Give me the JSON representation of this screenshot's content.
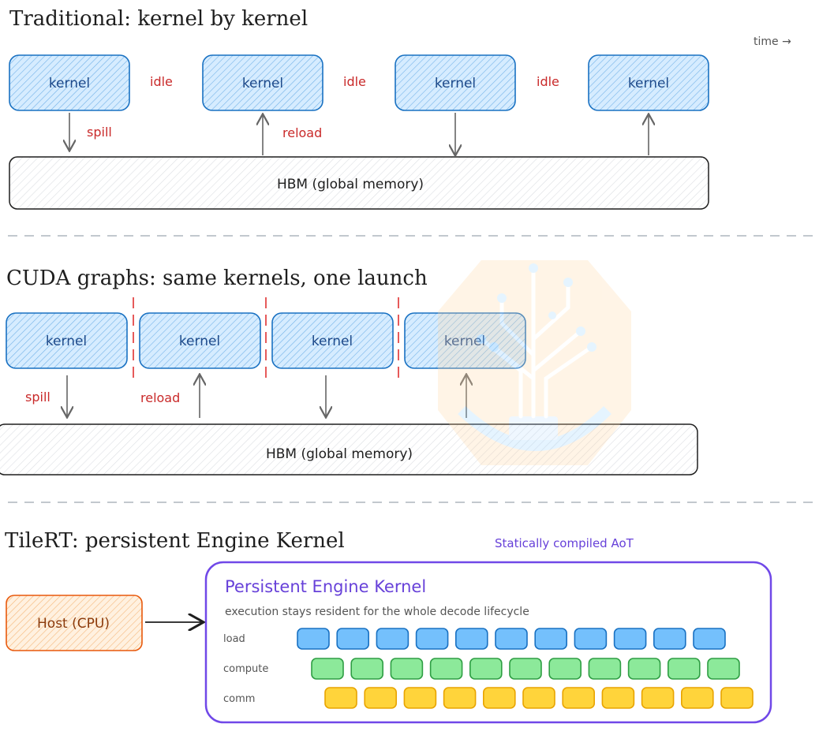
{
  "sections": {
    "traditional": {
      "title": "Traditional: kernel by kernel",
      "time_label": "time →",
      "kernel_label": "kernel",
      "idle_label": "idle",
      "spill_label": "spill",
      "reload_label": "reload",
      "hbm_label": "HBM (global memory)"
    },
    "cuda_graphs": {
      "title": "CUDA graphs: same kernels, one launch",
      "kernel_label": "kernel",
      "spill_label": "spill",
      "reload_label": "reload",
      "hbm_label": "HBM (global memory)"
    },
    "tilert": {
      "title": "TileRT: persistent Engine Kernel",
      "annotation": "Statically compiled AoT",
      "host_label": "Host (CPU)",
      "engine_title": "Persistent Engine Kernel",
      "engine_subtitle": "execution stays resident for the whole decode lifecycle",
      "rows": [
        {
          "label": "load",
          "blocks": 11
        },
        {
          "label": "compute",
          "blocks": 11
        },
        {
          "label": "comm",
          "blocks": 11
        }
      ]
    }
  },
  "colors": {
    "kernel_stroke": "#1971c2",
    "kernel_fill": "#a5d8ff",
    "hbm_fill": "#e9ecef",
    "red": "#c92a2a",
    "purple": "#6741d9",
    "host_stroke": "#e8590c",
    "host_fill": "#ffd8a8",
    "load_block": "#74c0fc",
    "compute_block": "#8ce99a",
    "comm_block": "#ffd43b",
    "divider": "#adb5bd"
  }
}
